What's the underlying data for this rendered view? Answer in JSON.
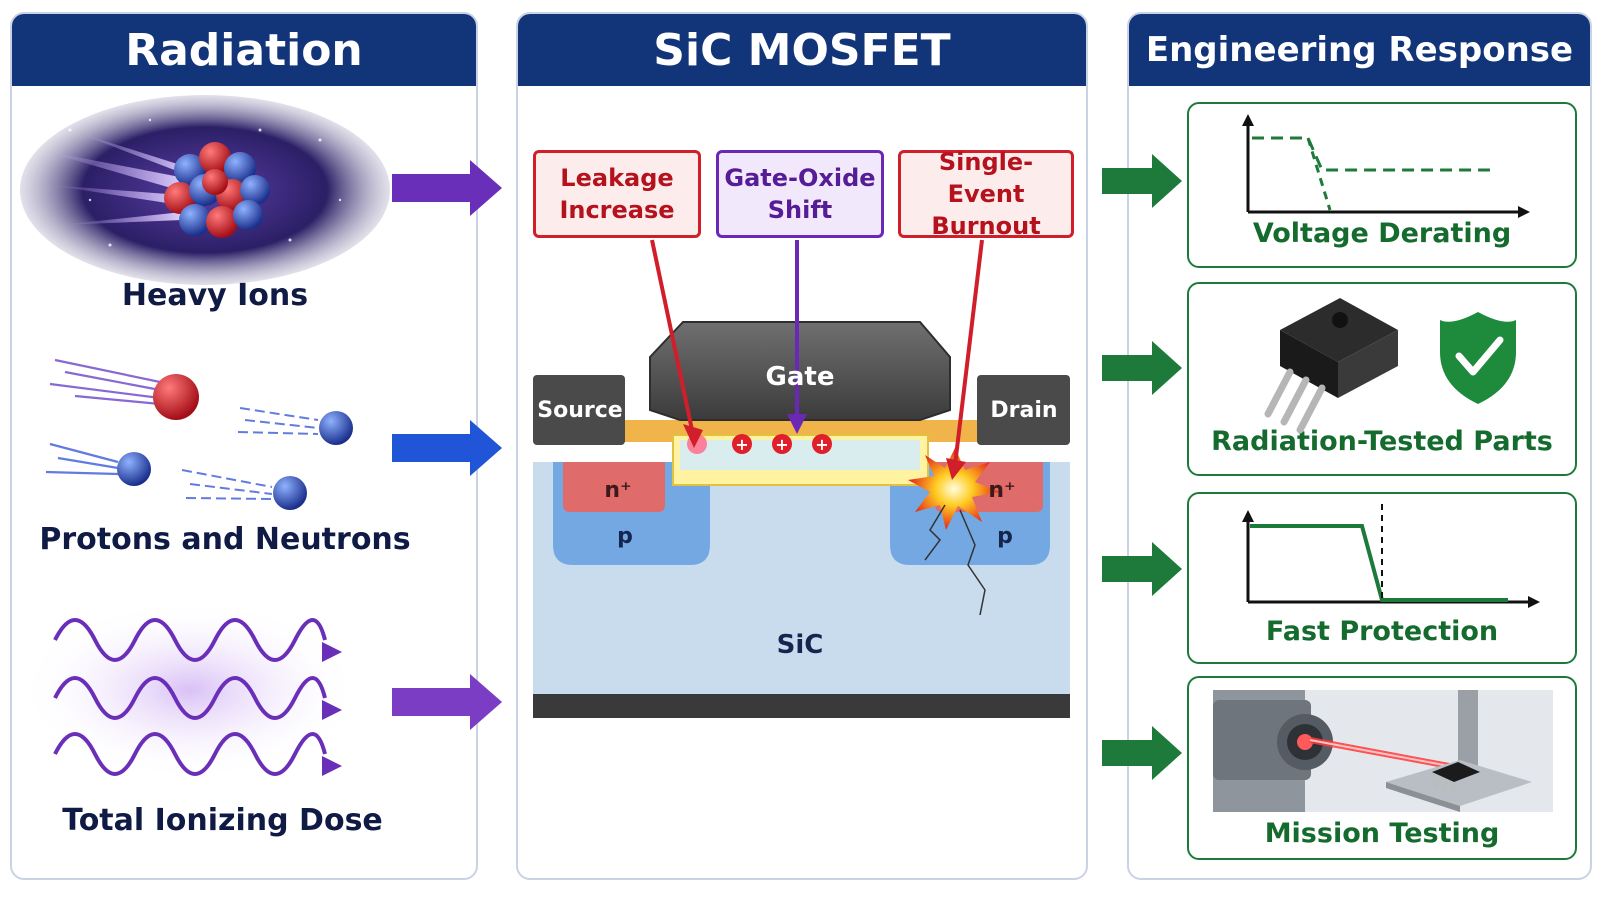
{
  "panels": {
    "radiation": {
      "title": "Radiation"
    },
    "mosfet": {
      "title": "SiC MOSFET"
    },
    "engineering": {
      "title": "Engineering Response"
    }
  },
  "radiation_sources": [
    {
      "label": "Heavy Ions",
      "icon": "heavy-ion-nucleus-icon"
    },
    {
      "label": "Protons and Neutrons",
      "icon": "particles-icon"
    },
    {
      "label": "Total Ionizing Dose",
      "icon": "wave-icon"
    }
  ],
  "effects": [
    {
      "label": "Leakage\nIncrease",
      "color": "#d01e2a"
    },
    {
      "label": "Gate-Oxide\nShift",
      "color": "#6a28b5"
    },
    {
      "label": "Single-Event\nBurnout",
      "color": "#d01e2a"
    }
  ],
  "device": {
    "gate": "Gate",
    "source": "Source",
    "drain": "Drain",
    "n_plus": "n⁺",
    "p": "p",
    "substrate": "SiC"
  },
  "responses": [
    {
      "label": "Voltage Derating",
      "icon": "derating-graph-icon"
    },
    {
      "label": "Radiation-Tested Parts",
      "icon": "chip-shield-icon"
    },
    {
      "label": "Fast Protection",
      "icon": "protection-graph-icon"
    },
    {
      "label": "Mission Testing",
      "icon": "laser-test-icon"
    }
  ],
  "colors": {
    "header": "#12357a",
    "arrow_purple": "#6a2fb8",
    "arrow_blue": "#1f55d6",
    "arrow_green": "#1e7a3a",
    "response_text": "#146b2d"
  }
}
